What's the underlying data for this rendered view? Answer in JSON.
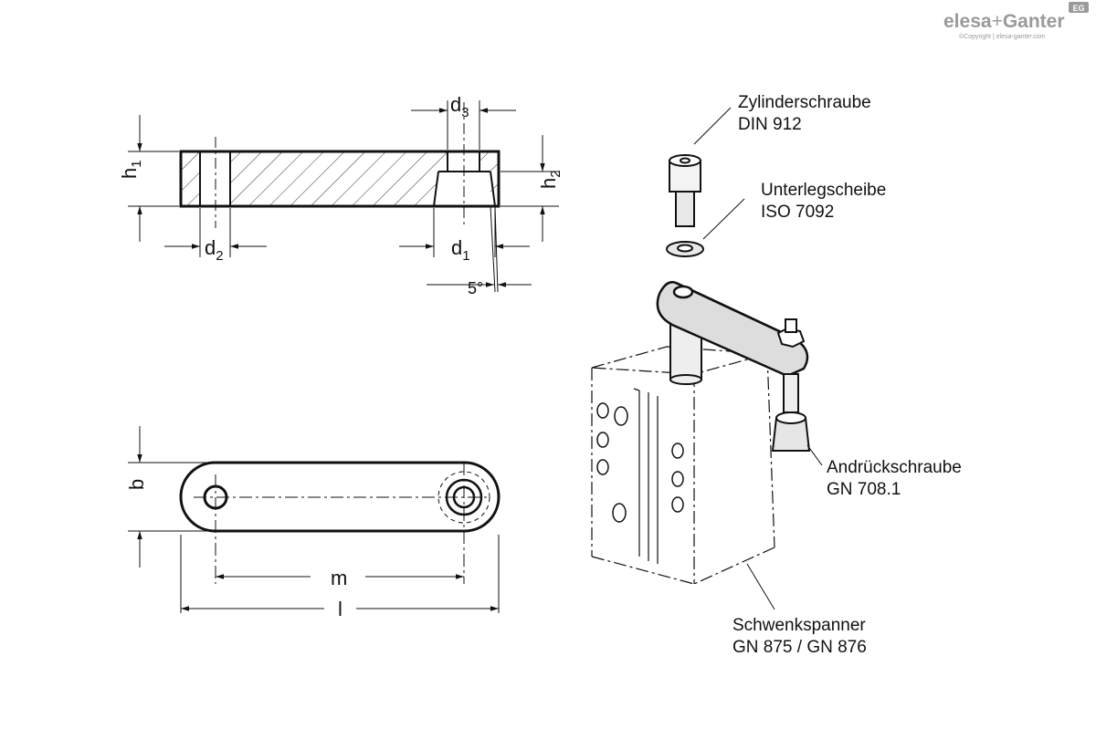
{
  "brand": {
    "name_part1": "elesa",
    "plus": "+",
    "name_part2": "Ganter",
    "badge": "EG",
    "copyright": "©Copyright | elesa-ganter.com",
    "color": "#9a9a9a"
  },
  "dimensions": {
    "h1": {
      "main": "h",
      "sub": "1"
    },
    "h2": {
      "main": "h",
      "sub": "2"
    },
    "d1": {
      "main": "d",
      "sub": "1"
    },
    "d2": {
      "main": "d",
      "sub": "2"
    },
    "d3": {
      "main": "d",
      "sub": "3"
    },
    "angle": "5°",
    "b": "b",
    "m": "m",
    "l": "l"
  },
  "callouts": {
    "screw": {
      "line1": "Zylinderschraube",
      "line2": "DIN 912"
    },
    "washer": {
      "line1": "Unterlegscheibe",
      "line2": "ISO 7092"
    },
    "pressure_screw": {
      "line1": "Andrückschraube",
      "line2": "GN 708.1"
    },
    "clamp": {
      "line1": "Schwenkspanner",
      "line2": "GN 875 / GN 876"
    }
  }
}
